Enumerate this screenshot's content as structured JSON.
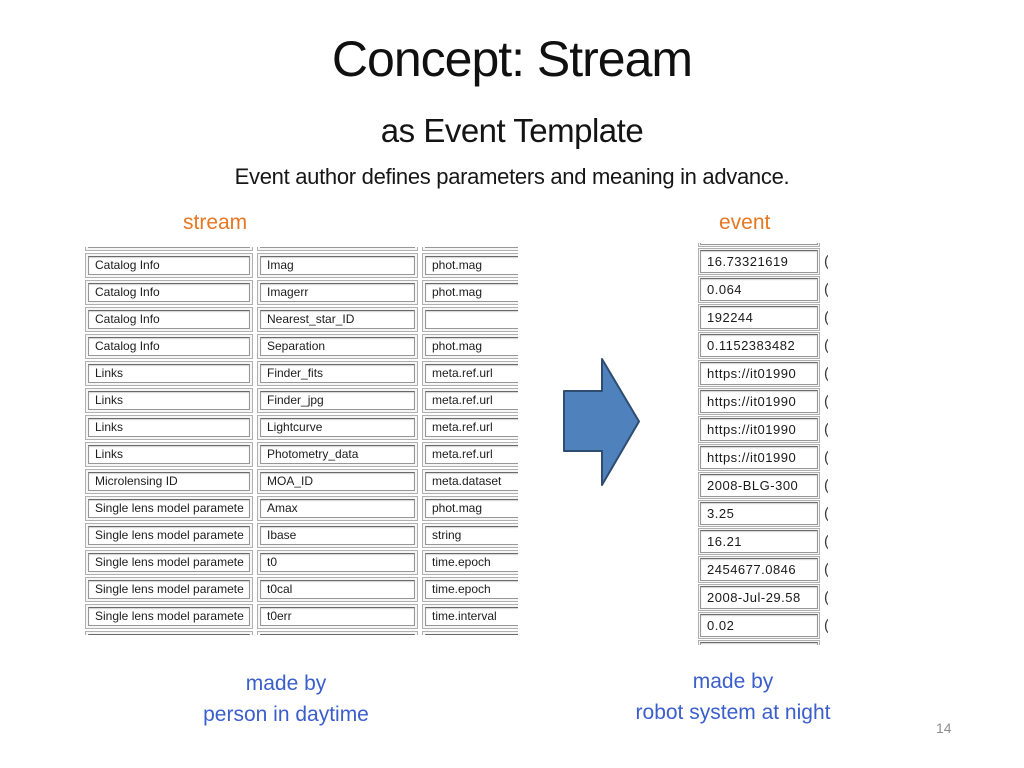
{
  "title": "Concept: Stream",
  "subtitle": "as Event Template",
  "description": "Event author defines parameters and meaning in advance.",
  "page_number": "14",
  "column_labels": {
    "stream": "stream",
    "event": "event"
  },
  "captions": {
    "stream": [
      "made by",
      "person in daytime"
    ],
    "event": [
      "made by",
      "robot system at night"
    ]
  },
  "colors": {
    "accent_orange": "#E87722",
    "caption_blue": "#3A5FCD",
    "arrow_fill": "#4F81BD",
    "arrow_stroke": "#2E4D71",
    "page_gray": "#8F8F8F"
  },
  "stream_table": {
    "rows": [
      {
        "group": "Catalog Info",
        "param": "Imag",
        "type": "phot.mag"
      },
      {
        "group": "Catalog Info",
        "param": "Imagerr",
        "type": "phot.mag"
      },
      {
        "group": "Catalog Info",
        "param": "Nearest_star_ID",
        "type": ""
      },
      {
        "group": "Catalog Info",
        "param": "Separation",
        "type": "phot.mag"
      },
      {
        "group": "Links",
        "param": "Finder_fits",
        "type": "meta.ref.url"
      },
      {
        "group": "Links",
        "param": "Finder_jpg",
        "type": "meta.ref.url"
      },
      {
        "group": "Links",
        "param": "Lightcurve",
        "type": "meta.ref.url"
      },
      {
        "group": "Links",
        "param": "Photometry_data",
        "type": "meta.ref.url"
      },
      {
        "group": "Microlensing ID",
        "param": "MOA_ID",
        "type": "meta.dataset"
      },
      {
        "group": "Single lens model paramete",
        "param": "Amax",
        "type": "phot.mag"
      },
      {
        "group": "Single lens model paramete",
        "param": "Ibase",
        "type": "string"
      },
      {
        "group": "Single lens model paramete",
        "param": "t0",
        "type": "time.epoch"
      },
      {
        "group": "Single lens model paramete",
        "param": "t0cal",
        "type": "time.epoch"
      },
      {
        "group": "Single lens model paramete",
        "param": "t0err",
        "type": "time.interval"
      }
    ]
  },
  "event_table": {
    "values": [
      "16.73321619",
      "0.064",
      "192244",
      "0.1152383482",
      "https://it01990",
      "https://it01990",
      "https://it01990",
      "https://it01990",
      "2008-BLG-300",
      "3.25",
      "16.21",
      "2454677.0846",
      "2008-Jul-29.58",
      "0.02"
    ],
    "truncated_next_col": "("
  }
}
